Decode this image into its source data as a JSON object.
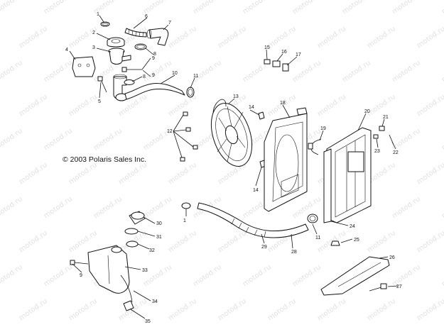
{
  "copyright": "© 2003 Polaris Sales Inc.",
  "watermark": "motod.ru",
  "callouts": {
    "c1": "1",
    "c2": "2",
    "c3": "3",
    "c4": "4",
    "c5": "5",
    "c6": "6",
    "c7": "7",
    "c8": "8",
    "c8b": "8",
    "c9": "9",
    "c9b": "9",
    "c10": "10",
    "c11": "11",
    "c11b": "11",
    "c12": "12",
    "c13": "13",
    "c14": "14",
    "c14b": "14",
    "c15": "15",
    "c16": "16",
    "c17": "17",
    "c18": "18",
    "c19": "19",
    "c20": "20",
    "c21": "21",
    "c22": "22",
    "c23": "23",
    "c24": "24",
    "c25": "25",
    "c26": "26",
    "c27": "27",
    "c28": "28",
    "c29": "29",
    "c30": "30",
    "c31": "31",
    "c32": "32",
    "c33": "33",
    "c34": "34",
    "c35": "35",
    "c36": "1"
  }
}
